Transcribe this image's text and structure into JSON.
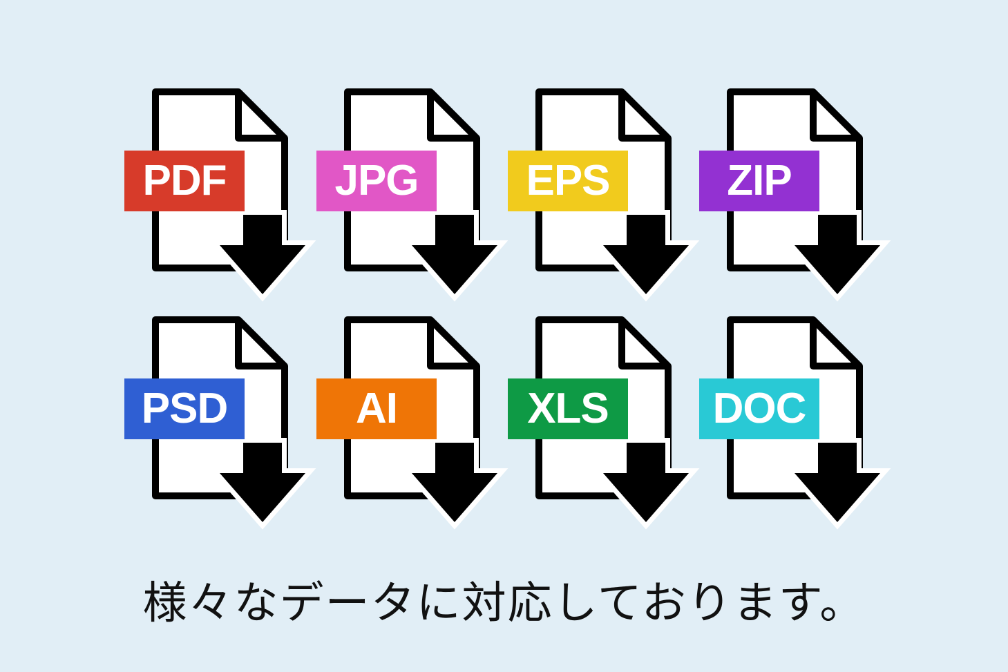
{
  "icons": [
    {
      "label": "PDF",
      "color": "#d73b2a",
      "icon": "pdf-file-download-icon"
    },
    {
      "label": "JPG",
      "color": "#e157c6",
      "icon": "jpg-file-download-icon"
    },
    {
      "label": "EPS",
      "color": "#f1cb1d",
      "icon": "eps-file-download-icon"
    },
    {
      "label": "ZIP",
      "color": "#9331d2",
      "icon": "zip-file-download-icon"
    },
    {
      "label": "PSD",
      "color": "#2f5fd3",
      "icon": "psd-file-download-icon"
    },
    {
      "label": "AI",
      "color": "#ef7506",
      "icon": "ai-file-download-icon"
    },
    {
      "label": "XLS",
      "color": "#0e9a45",
      "icon": "xls-file-download-icon"
    },
    {
      "label": "DOC",
      "color": "#29c9d5",
      "icon": "doc-file-download-icon"
    }
  ],
  "caption": "様々なデータに対応しております。",
  "background_color": "#e1eef6"
}
